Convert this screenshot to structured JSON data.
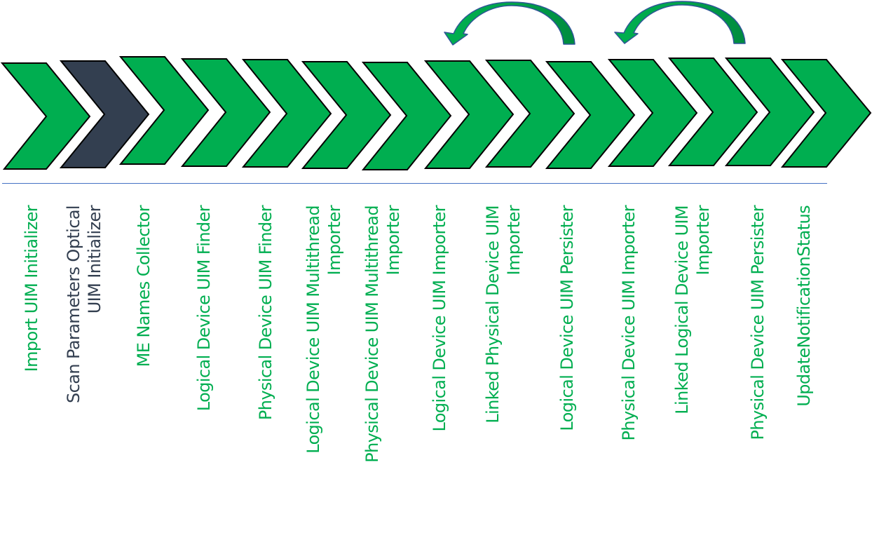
{
  "colors": {
    "step_active": "#00AE50",
    "step_current": "#333F50",
    "step_outline": "#000000",
    "label_active": "#00AE50",
    "label_current": "#333F50",
    "separator": "#4472C4",
    "loop_arrow_fill_light": "#00B04F",
    "loop_arrow_fill_dark": "#008B3F",
    "loop_arrow_outline": "#2F5597"
  },
  "steps": [
    {
      "label": "Import  UIM Initializer",
      "state": "active"
    },
    {
      "label": "Scan Parameters  Optical\nUIM Initializer",
      "state": "current"
    },
    {
      "label": "ME Names  Collector",
      "state": "active"
    },
    {
      "label": "Logical Device  UIM Finder",
      "state": "active"
    },
    {
      "label": "Physical Device  UIM Finder",
      "state": "active"
    },
    {
      "label": "Logical Device  UIM Multithread\nImporter",
      "state": "active"
    },
    {
      "label": "Physical Device  UIM Multithread\nImporter",
      "state": "active"
    },
    {
      "label": "Logical Device  UIM Importer",
      "state": "active"
    },
    {
      "label": "Linked  Physical Device  UIM\nImporter",
      "state": "active"
    },
    {
      "label": "Logical Device  UIM Persister",
      "state": "active"
    },
    {
      "label": "Physical Device  UIM Importer",
      "state": "active"
    },
    {
      "label": "Linked  Logical Device  UIM\nImporter",
      "state": "active"
    },
    {
      "label": "Physical Device  UIM Persister",
      "state": "active"
    },
    {
      "label": "UpdateNotificationStatus",
      "state": "active"
    }
  ],
  "loops": [
    {
      "from_step": 10,
      "to_step": 8,
      "icon": "curved-back-arrow-icon"
    },
    {
      "from_step": 13,
      "to_step": 11,
      "icon": "curved-back-arrow-icon"
    }
  ]
}
